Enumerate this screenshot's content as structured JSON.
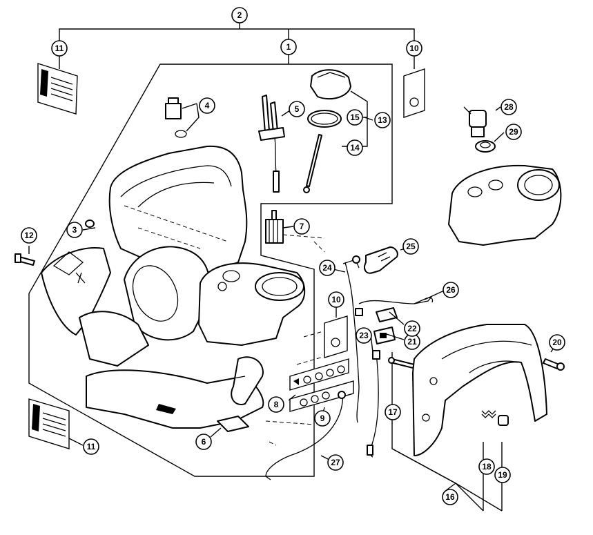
{
  "callouts": [
    {
      "id": "1",
      "label": "1"
    },
    {
      "id": "2",
      "label": "2"
    },
    {
      "id": "3",
      "label": "3"
    },
    {
      "id": "4",
      "label": "4"
    },
    {
      "id": "5",
      "label": "5"
    },
    {
      "id": "6",
      "label": "6"
    },
    {
      "id": "7",
      "label": "7"
    },
    {
      "id": "8",
      "label": "8"
    },
    {
      "id": "9",
      "label": "9"
    },
    {
      "id": "10a",
      "label": "10"
    },
    {
      "id": "10b",
      "label": "10"
    },
    {
      "id": "11a",
      "label": "11"
    },
    {
      "id": "11b",
      "label": "11"
    },
    {
      "id": "12",
      "label": "12"
    },
    {
      "id": "13",
      "label": "13"
    },
    {
      "id": "14",
      "label": "14"
    },
    {
      "id": "15",
      "label": "15"
    },
    {
      "id": "16",
      "label": "16"
    },
    {
      "id": "17",
      "label": "17"
    },
    {
      "id": "18",
      "label": "18"
    },
    {
      "id": "19",
      "label": "19"
    },
    {
      "id": "20",
      "label": "20"
    },
    {
      "id": "21",
      "label": "21"
    },
    {
      "id": "22",
      "label": "22"
    },
    {
      "id": "23",
      "label": "23"
    },
    {
      "id": "24",
      "label": "24"
    },
    {
      "id": "25",
      "label": "25"
    },
    {
      "id": "26",
      "label": "26"
    },
    {
      "id": "27",
      "label": "27"
    },
    {
      "id": "28",
      "label": "28"
    },
    {
      "id": "29",
      "label": "29"
    }
  ]
}
